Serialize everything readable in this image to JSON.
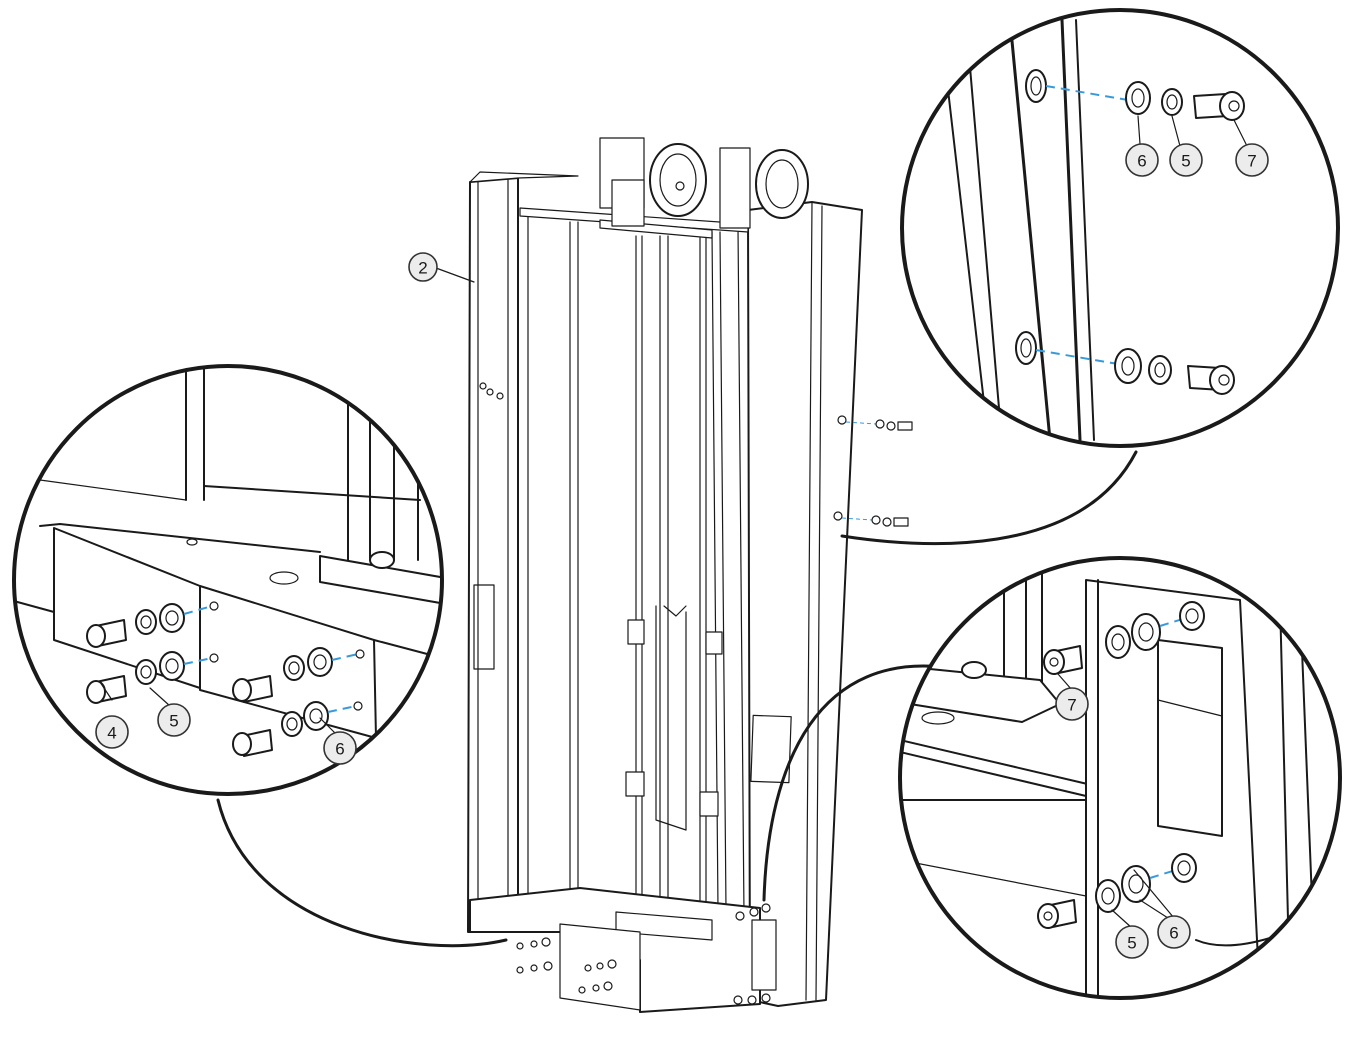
{
  "diagram": {
    "callouts": [
      {
        "id": "frame",
        "label": "2"
      },
      {
        "id": "top-right-washer",
        "label": "6"
      },
      {
        "id": "top-right-lockwasher",
        "label": "5"
      },
      {
        "id": "top-right-bolt",
        "label": "7"
      },
      {
        "id": "left-bolt",
        "label": "4"
      },
      {
        "id": "left-lockwasher",
        "label": "5"
      },
      {
        "id": "left-washer",
        "label": "6"
      },
      {
        "id": "bottom-right-bolt",
        "label": "7"
      },
      {
        "id": "bottom-right-lockwasher",
        "label": "5"
      },
      {
        "id": "bottom-right-washer",
        "label": "6"
      }
    ],
    "colors": {
      "line": "#1a1a1a",
      "guide": "#3a9ad9",
      "callout_fill": "#ececec"
    }
  }
}
